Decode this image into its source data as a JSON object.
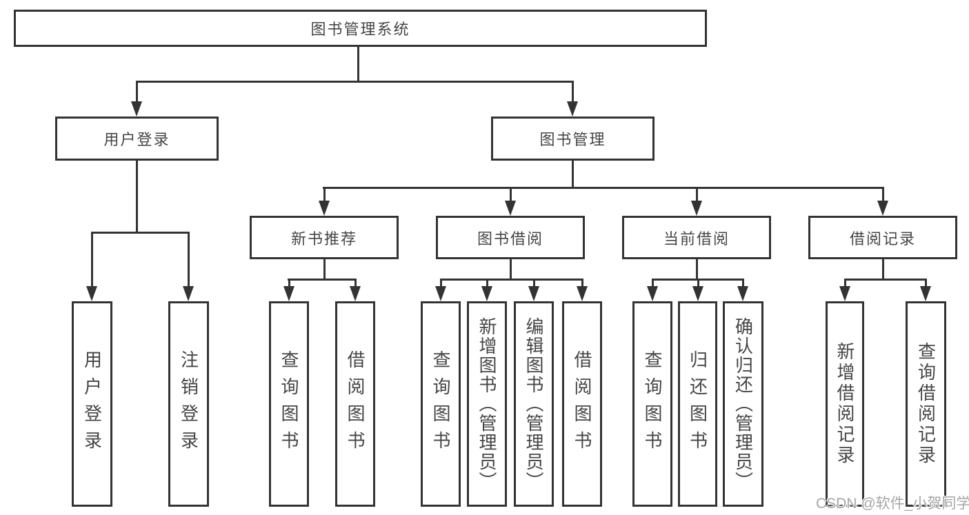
{
  "diagram": {
    "root": {
      "label": "图书管理系统"
    },
    "level2": [
      {
        "label": "用户登录"
      },
      {
        "label": "图书管理"
      }
    ],
    "level3": [
      {
        "label": "新书推荐"
      },
      {
        "label": "图书借阅"
      },
      {
        "label": "当前借阅"
      },
      {
        "label": "借阅记录"
      }
    ],
    "leaves": [
      {
        "label": "用户登录"
      },
      {
        "label": "注销登录"
      },
      {
        "label": "查询图书"
      },
      {
        "label": "借阅图书"
      },
      {
        "label": "查询图书"
      },
      {
        "label": "新增图书（管理员）"
      },
      {
        "label": "编辑图书（管理员）"
      },
      {
        "label": "借阅图书"
      },
      {
        "label": "查询图书"
      },
      {
        "label": "归还图书"
      },
      {
        "label": "确认归还（管理员）"
      },
      {
        "label": "新增借阅记录"
      },
      {
        "label": "查询借阅记录"
      }
    ]
  },
  "watermark": {
    "text": "CSDN @软件_小贺同学"
  },
  "colors": {
    "line": "#333333",
    "border": "#333333",
    "text": "#454545",
    "background": "#ffffff",
    "watermark": "#a6a6a6"
  }
}
